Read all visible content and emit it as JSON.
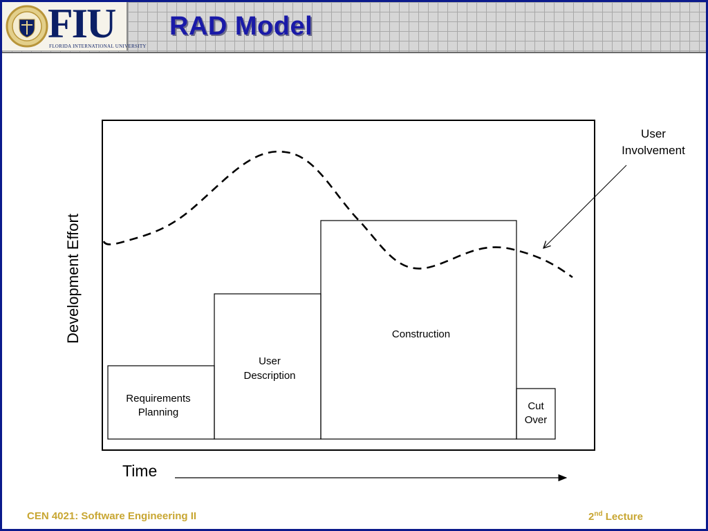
{
  "header": {
    "logo_text": "FIU",
    "logo_subtitle": "FLORIDA INTERNATIONAL UNIVERSITY",
    "title": "RAD Model"
  },
  "diagram": {
    "y_axis_label": "Development Effort",
    "x_axis_label": "Time",
    "phases": {
      "requirements": [
        "Requirements",
        "Planning"
      ],
      "user_description": [
        "User",
        "Description"
      ],
      "construction": [
        "Construction"
      ],
      "cut_over": [
        "Cut",
        "Over"
      ]
    },
    "curve_label": [
      "User",
      "Involvement"
    ]
  },
  "footer": {
    "course": "CEN 4021: Software Engineering II",
    "lecture_number": "2",
    "lecture_suffix": "nd",
    "lecture_word": " Lecture"
  },
  "colors": {
    "border": "#0b1a8c",
    "title": "#1a1aa8",
    "footer": "#c8a632"
  }
}
